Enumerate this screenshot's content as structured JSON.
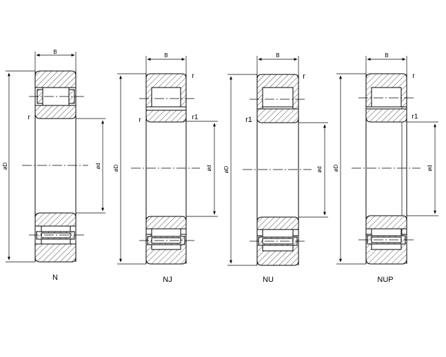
{
  "diagrams": [
    {
      "id": "n",
      "type_label": "N",
      "width_label": "B",
      "outer_dim_label": "øD",
      "bore_dim_label": "ød",
      "corner_label": "r",
      "corner2_label": ""
    },
    {
      "id": "nj",
      "type_label": "NJ",
      "width_label": "B",
      "outer_dim_label": "øD",
      "bore_dim_label": "ød",
      "corner_label": "r",
      "corner2_label": "r1"
    },
    {
      "id": "nu",
      "type_label": "NU",
      "width_label": "B",
      "outer_dim_label": "øD",
      "bore_dim_label": "ød",
      "corner_label": "r",
      "corner2_label": "r1"
    },
    {
      "id": "nup",
      "type_label": "NUP",
      "width_label": "B",
      "outer_dim_label": "øD",
      "bore_dim_label": "ød",
      "corner_label": "r",
      "corner2_label": "r1"
    }
  ]
}
